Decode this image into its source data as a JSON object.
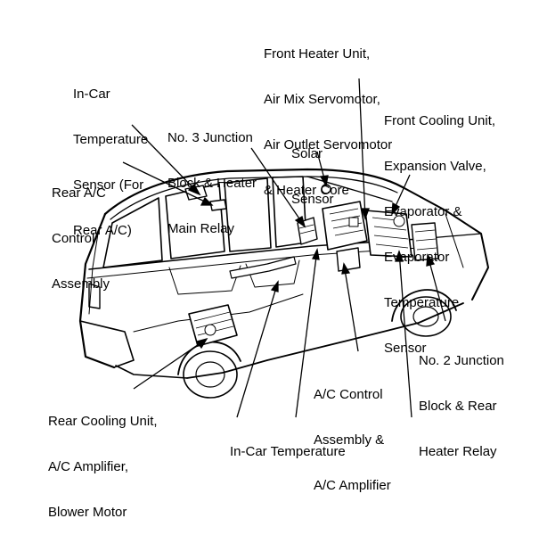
{
  "labels": {
    "front_heater": [
      "Front Heater Unit,",
      "Air Mix Servomotor,",
      "Air Outlet Servomotor",
      "& Heater Core"
    ],
    "in_car_sensor_rear": [
      "In-Car",
      "Temperature",
      "Sensor (For",
      "Rear A/C)"
    ],
    "junction_block_3": [
      "No. 3 Junction",
      "Block & Heater",
      "Main Relay"
    ],
    "solar_sensor": [
      "Solar",
      "Sensor"
    ],
    "front_cooling": [
      "Front Cooling Unit,",
      "Expansion Valve,",
      "Evaporator &",
      "Evaporator",
      "Temperature",
      "Sensor"
    ],
    "rear_ac_control": [
      "Rear A/C",
      "Control",
      "Assembly"
    ],
    "junction_block_2": [
      "No. 2 Junction",
      "Block & Rear",
      "Heater Relay"
    ],
    "ac_control": [
      "A/C Control",
      "Assembly &",
      "A/C Amplifier"
    ],
    "rear_cooling": [
      "Rear Cooling Unit,",
      "A/C Amplifier,",
      "Blower Motor"
    ],
    "in_car_sensor_bottom": [
      "In-Car Temperature"
    ]
  },
  "colors": {
    "ink": "#000000",
    "background": "#ffffff"
  }
}
